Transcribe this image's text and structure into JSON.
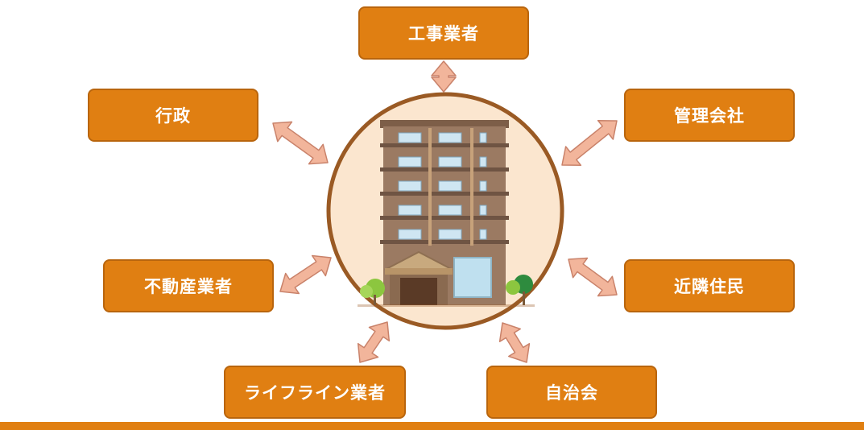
{
  "center": {
    "icon": "apartment-building-icon"
  },
  "nodes": {
    "top": "工事業者",
    "top_left": "行政",
    "top_right": "管理会社",
    "mid_left": "不動産業者",
    "mid_right": "近隣住民",
    "bottom_left": "ライフライン業者",
    "bottom_right": "自治会"
  },
  "colors": {
    "box_fill": "#e07f12",
    "box_border": "#b9650d",
    "arrow_fill": "#f2b59b",
    "arrow_stroke": "#c9826a",
    "circle_fill": "#fbe6cf",
    "circle_border": "#9a5a24",
    "bottom_bar": "#e07f12"
  }
}
